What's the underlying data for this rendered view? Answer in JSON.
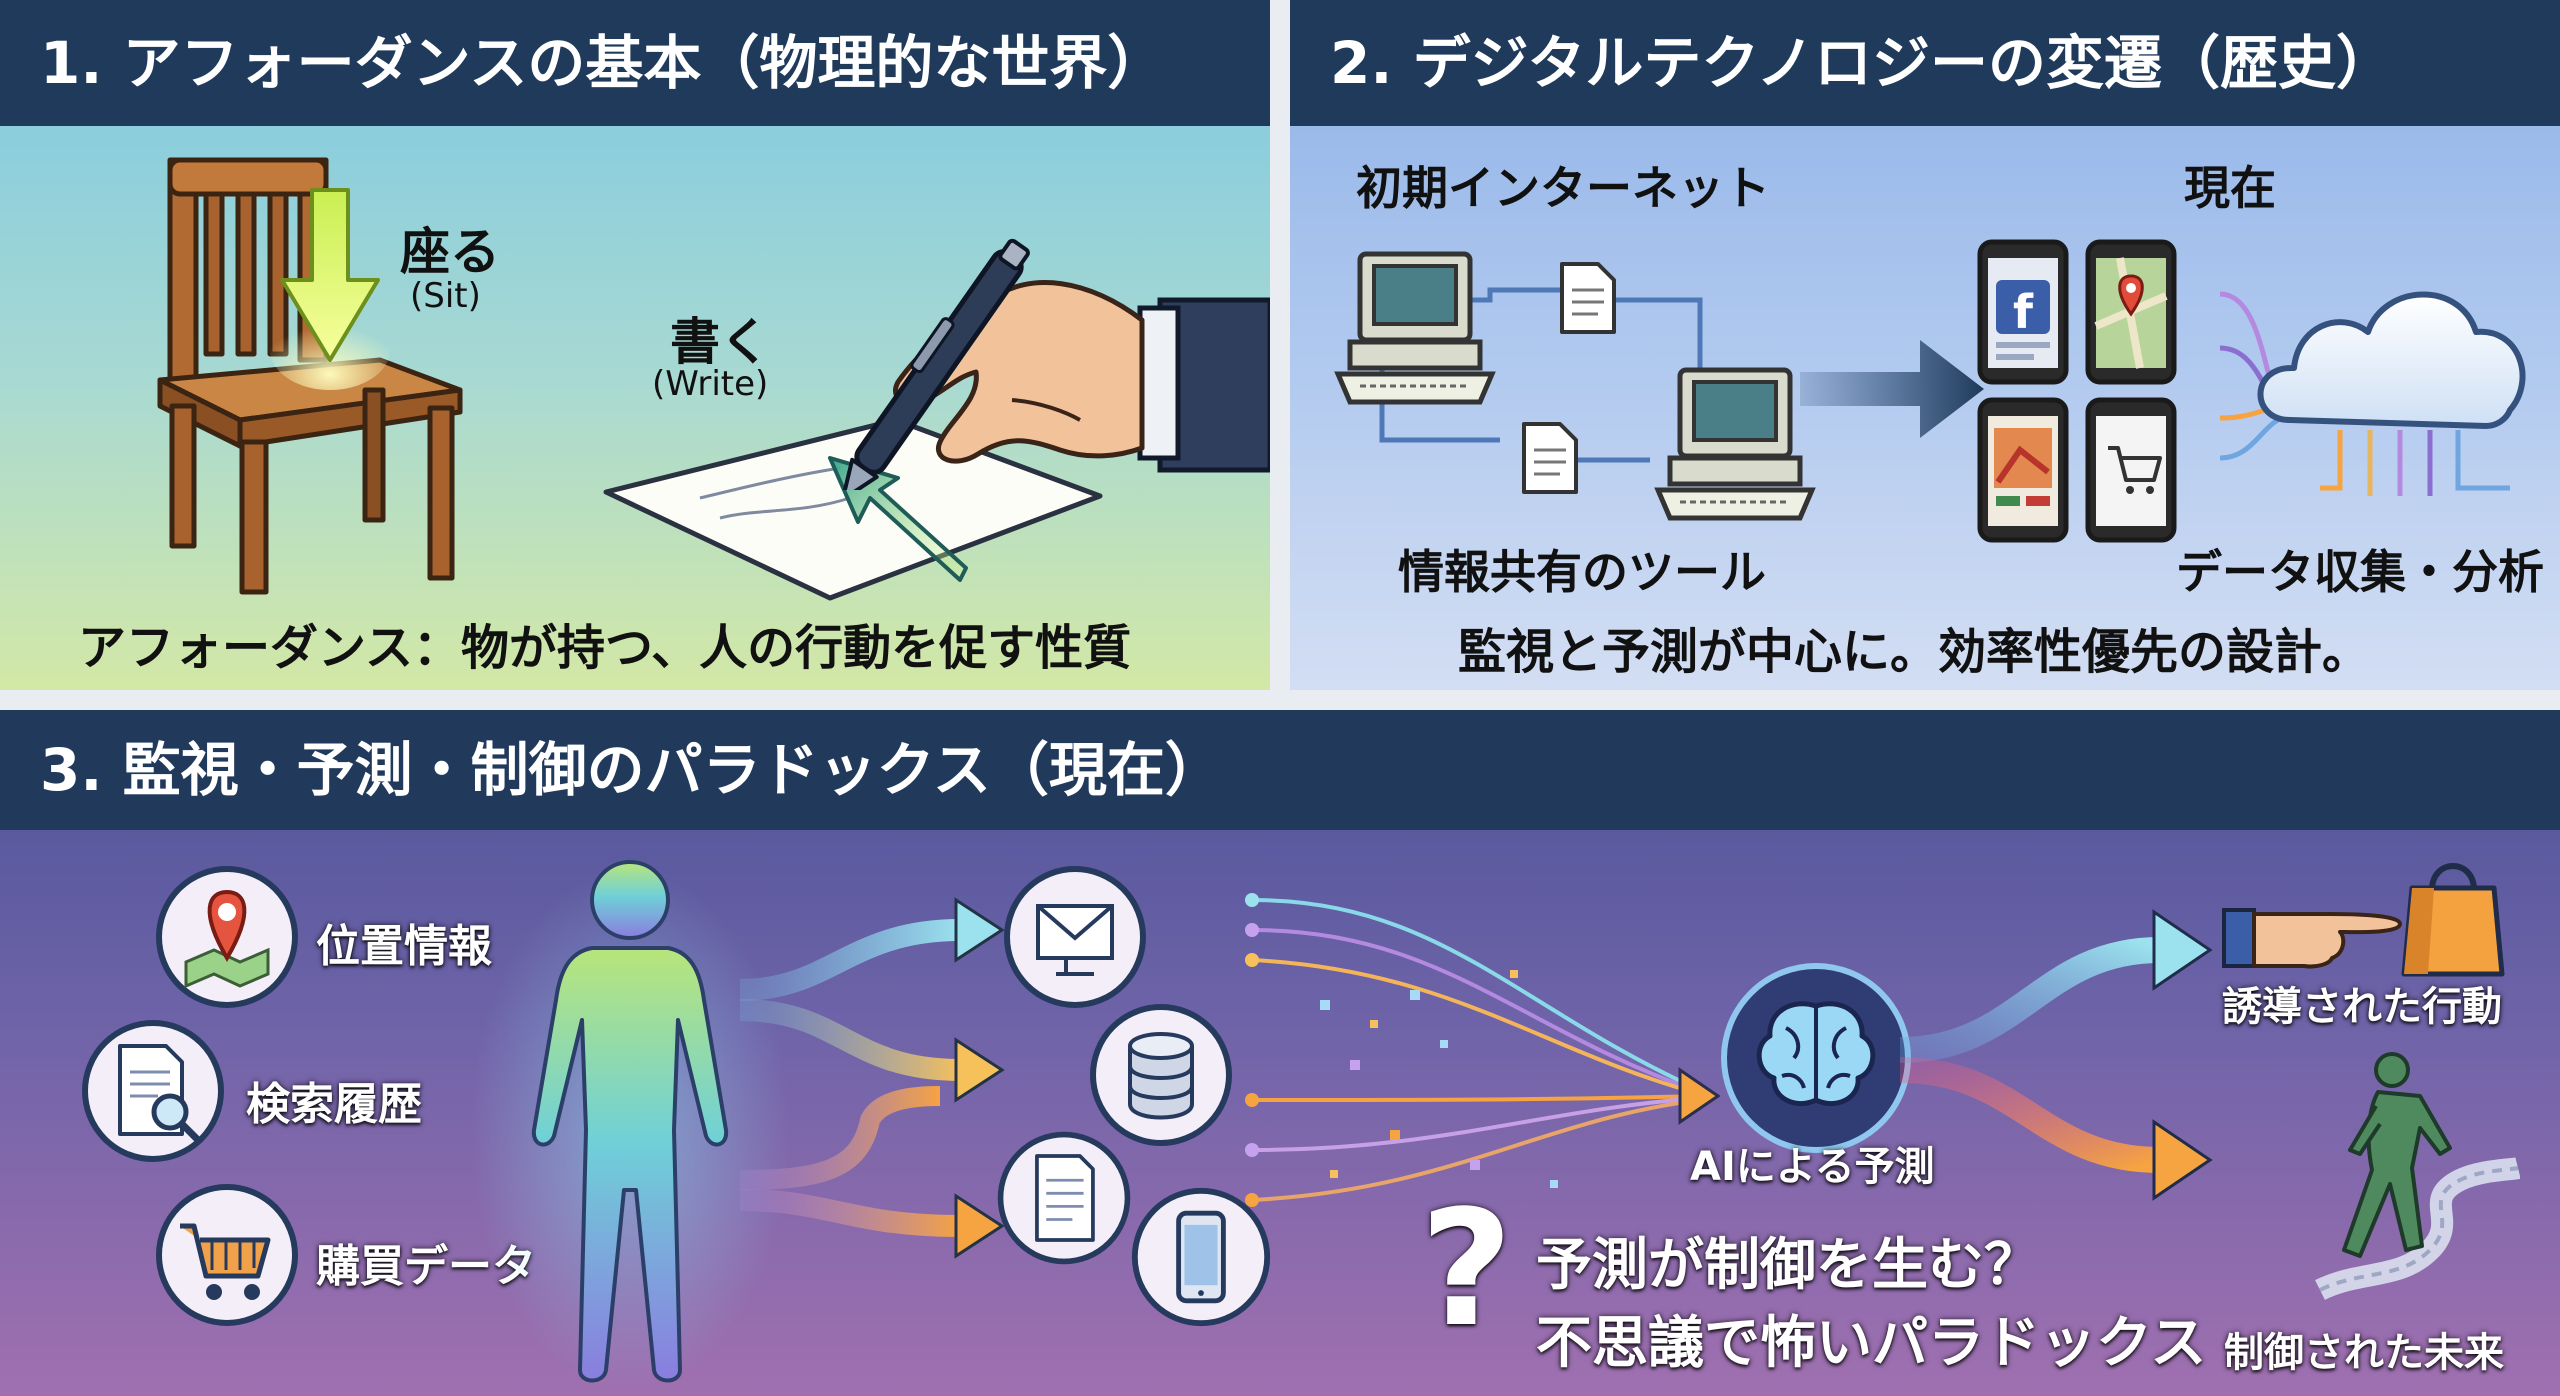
{
  "colors": {
    "header_bg": "#1f3a5a",
    "panel1_bg_top": "#7cc8e2",
    "panel1_bg_bottom": "#cfe6a6",
    "panel2_bg": "#a9c3ee",
    "panel3_bg_top": "#51569c",
    "panel3_bg_bottom": "#a76fb0",
    "accent_green": "#b7ee3a",
    "accent_orange": "#f6a341",
    "accent_cyan": "#6fd3e0",
    "accent_purple": "#b48ae0"
  },
  "panel1": {
    "title": "1. アフォーダンスの基本（物理的な世界）",
    "sit_label": "座る",
    "sit_en": "(Sit)",
    "write_label": "書く",
    "write_en": "(Write)",
    "caption": "アフォーダンス：物が持つ、人の行動を促す性質",
    "icons": [
      "chair-icon",
      "down-arrow-icon",
      "hand-pen-icon",
      "paper-icon",
      "pointer-arrow-icon"
    ]
  },
  "panel2": {
    "title": "2. デジタルテクノロジーの変遷（歴史）",
    "early_label": "初期インターネット",
    "present_label": "現在",
    "tool_label": "情報共有のツール",
    "data_label": "データ収集・分析",
    "caption": "監視と予測が中心に。効率性優先の設計。",
    "icons": [
      "computer-icon",
      "document-icon",
      "facebook-app-icon",
      "map-app-icon",
      "shopping-app-icon",
      "cloud-icon"
    ]
  },
  "panel3": {
    "title": "3. 監視・予測・制御のパラドックス（現在）",
    "inputs": [
      {
        "label": "位置情報",
        "icon": "location-pin-icon"
      },
      {
        "label": "検索履歴",
        "icon": "search-document-icon"
      },
      {
        "label": "購買データ",
        "icon": "shopping-cart-icon"
      }
    ],
    "data_icons": [
      "mail-monitor-icon",
      "database-icon",
      "document-icon",
      "smartphone-icon"
    ],
    "ai_label": "AIによる予測",
    "out_top_label": "誘導された行動",
    "out_bottom_label": "制御された未来",
    "question_mark": "?",
    "question_line1": "予測が制御を生む？",
    "question_line2": "不思議で怖いパラドックス"
  }
}
